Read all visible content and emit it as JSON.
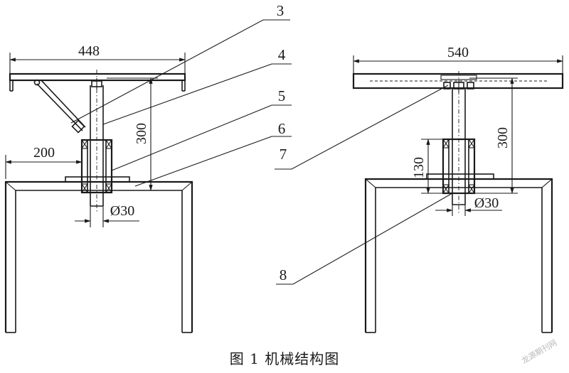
{
  "caption": "图 1   机械结构图",
  "watermark": "龙源期刊网",
  "left_view": {
    "dim_width": "448",
    "dim_offset": "200",
    "dim_height": "300",
    "dim_diameter": "Ø30"
  },
  "right_view": {
    "dim_width": "540",
    "dim_height": "300",
    "dim_sleeve": "130",
    "dim_diameter": "Ø30"
  },
  "part_labels": [
    "3",
    "4",
    "5",
    "6",
    "7",
    "8"
  ]
}
